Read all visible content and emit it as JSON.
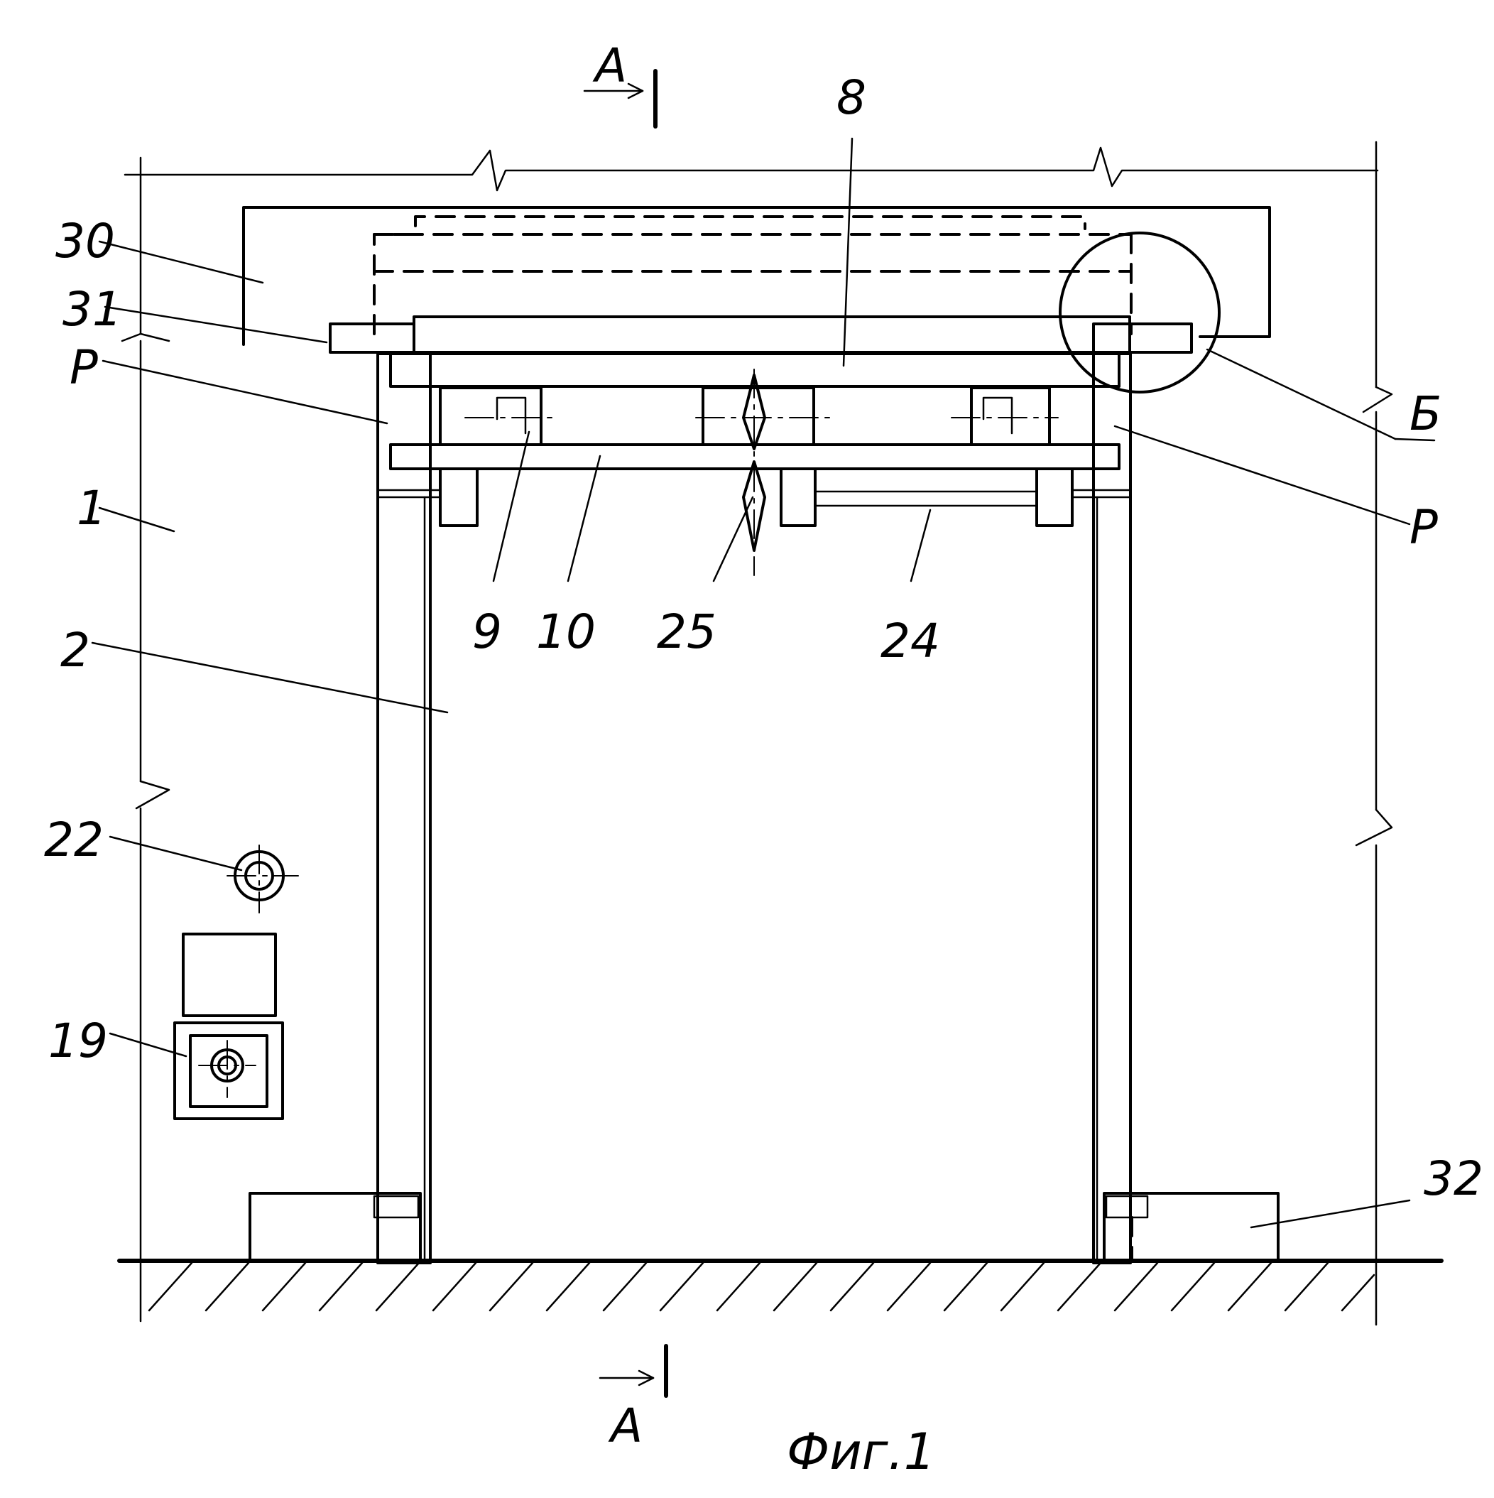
{
  "figure": {
    "caption": "Фиг.1"
  },
  "section": {
    "mark": "А"
  },
  "detail": {
    "mark": "Б"
  },
  "labels": {
    "l1": "1",
    "l2": "2",
    "l8": "8",
    "l9": "9",
    "l10": "10",
    "l19": "19",
    "l22": "22",
    "l24": "24",
    "l25": "25",
    "l30": "30",
    "l31": "31",
    "l32": "32",
    "p_left": "Р",
    "p_right": "Р"
  }
}
